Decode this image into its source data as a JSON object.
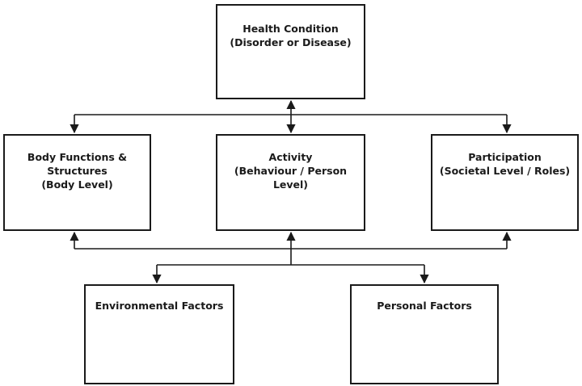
{
  "nodes": {
    "health_condition": {
      "lines": [
        "Health Condition",
        "(Disorder or Disease)"
      ]
    },
    "body_functions": {
      "lines": [
        "Body Functions &",
        "Structures",
        "(Body Level)"
      ]
    },
    "activity": {
      "lines": [
        "Activity",
        "(Behaviour / Person Level)"
      ]
    },
    "participation": {
      "lines": [
        "Participation",
        "(Societal Level / Roles)"
      ]
    },
    "environmental": {
      "lines": [
        "Environmental Factors"
      ]
    },
    "personal": {
      "lines": [
        "Personal Factors"
      ]
    }
  },
  "colors": {
    "stroke": "#1a1a1a",
    "background": "#ffffff"
  }
}
